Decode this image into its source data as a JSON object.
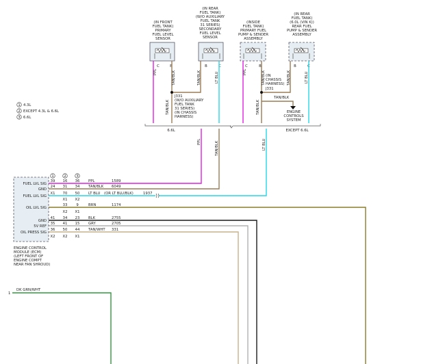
{
  "legend": [
    {
      "num": "1",
      "text": "4.3L"
    },
    {
      "num": "2",
      "text": "EXCEPT 4.3L & 6.6L"
    },
    {
      "num": "3",
      "text": "6.6L"
    }
  ],
  "sensors": [
    {
      "lines": [
        "(IN FRONT",
        "FUEL TANK)",
        "PRIMARY",
        "FUEL LEVEL",
        "SENSOR"
      ],
      "pin_left": "C",
      "pin_right": "B",
      "wire_left": "PPL",
      "wire_right": "TAN/BLK"
    },
    {
      "lines": [
        "(IN REAR",
        "FUEL TANK)",
        "(W/O AUXILIARY",
        "FUEL TANK",
        "31 SERIES)",
        "SECONDARY",
        "FUEL LEVEL",
        "SENSOR"
      ],
      "pin_left": "B",
      "pin_right": "C",
      "wire_left": "TAN/BLK",
      "wire_right": "LT BLU"
    },
    {
      "lines": [
        "(INSIDE",
        "FUEL TANK)",
        "PRIMARY FUEL",
        "PUMP & SENDER",
        "ASSEMBLY"
      ],
      "pin_left": "C",
      "pin_right": "B",
      "wire_left": "PPL",
      "wire_right": "TAN/BLK"
    },
    {
      "lines": [
        "(IN REAR",
        "FUEL TANK)",
        "(6.0L (VIN K))",
        "REAR FUEL",
        "PUMP & SENDER",
        "ASSEMBLY"
      ],
      "pin_left": "B",
      "pin_right": "C",
      "wire_left": "TAN/BLK",
      "wire_right": "LT BLU"
    }
  ],
  "splices": {
    "j331_left": [
      "J331",
      "(W/O AUXILIARY",
      "FUEL TANK",
      "31 SERIES)",
      "(IN CHASSIS",
      "HARNESS)"
    ],
    "j331_right": [
      "(IN",
      "CHASSIS",
      "HARNESS)",
      "J331"
    ],
    "ground_wire": "TAN/BLK",
    "engine_controls": [
      "ENGINE",
      "CONTROLS",
      "SYSTEM"
    ]
  },
  "sections": {
    "left": "6.6L",
    "right": "EXCEPT 6.6L"
  },
  "wire_labels": {
    "ppl": "PPL",
    "tan_blk": "TAN/BLK",
    "lt_blu": "LT BLU"
  },
  "ecm": {
    "pins": [
      "FUEL LVL SIG",
      "GND",
      "FUEL LVL SIG",
      "OIL LVL SIG",
      "GND",
      "5V REF",
      "OIL PRESS SIG"
    ],
    "label": [
      "ENGINE CONTROL",
      "MODULE (ECM)",
      "(LEFT FRONT OF",
      "ENGINE COMPT",
      "NEAR FAN SHROUD)"
    ]
  },
  "col_headers": [
    "1",
    "2",
    "3"
  ],
  "rows": [
    {
      "c1": "39",
      "c2": "16",
      "c3": "36",
      "color": "PPL",
      "circuit": "1589"
    },
    {
      "c1": "24",
      "c2": "31",
      "c3": "34",
      "color": "TAN/BLK",
      "circuit": "6049"
    },
    {
      "c1": "X1",
      "c2": "70",
      "c3": "50",
      "color": "LT BLU",
      "note": "(OR LT BLU/BLK)",
      "circuit": "1937"
    },
    {
      "c1": "",
      "c2": "X1",
      "c3": "X2",
      "color": "",
      "circuit": ""
    },
    {
      "c1": "",
      "c2": "33",
      "c3": "9",
      "color": "BRN",
      "circuit": "1174"
    },
    {
      "c1": "",
      "c2": "X2",
      "c3": "X1",
      "color": "",
      "circuit": ""
    },
    {
      "c1": "41",
      "c2": "34",
      "c3": "23",
      "color": "BLK",
      "circuit": "2755"
    },
    {
      "c1": "35",
      "c2": "41",
      "c3": "15",
      "color": "GRY",
      "circuit": "2705"
    },
    {
      "c1": "36",
      "c2": "50",
      "c3": "44",
      "color": "TAN/WHT",
      "circuit": "331"
    },
    {
      "c1": "X2",
      "c2": "X2",
      "c3": "X1",
      "color": "",
      "circuit": ""
    }
  ],
  "bottom_wire": {
    "num": "1",
    "color": "DK GRN/WHT"
  },
  "colors": {
    "ppl": "#e020e0",
    "tan_blk": "#9a7c55",
    "lt_blu": "#26d6e6",
    "brn": "#8c7a2a",
    "blk": "#1a1a1a",
    "gry": "#b0b0b0",
    "tan_wht": "#c8b08a",
    "dk_grn_wht": "#2e9a3a"
  }
}
